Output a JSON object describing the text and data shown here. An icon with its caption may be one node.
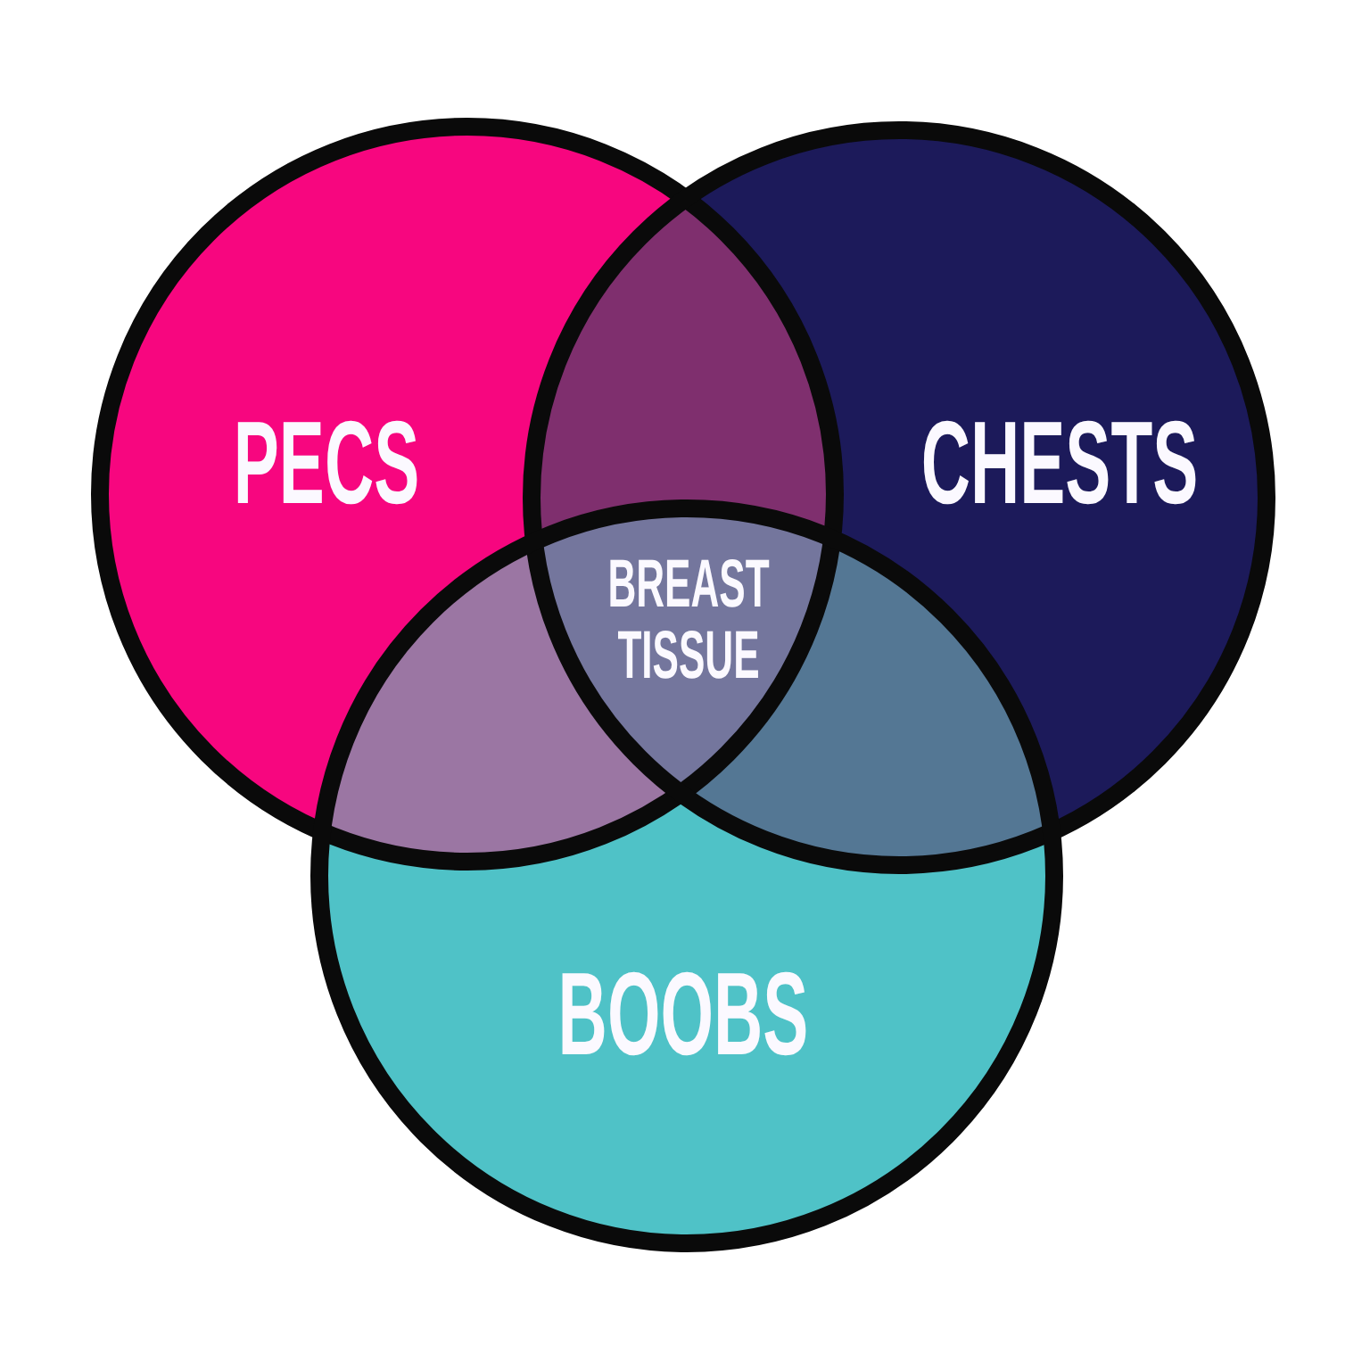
{
  "diagram": {
    "nodes": [
      {
        "text": [
          "PECS"
        ]
      },
      {
        "text": [
          "CHESTS"
        ]
      },
      {
        "text": [
          "BOOBS"
        ]
      },
      {
        "text": [
          "BREAST TISSUE"
        ]
      }
    ]
  }
}
